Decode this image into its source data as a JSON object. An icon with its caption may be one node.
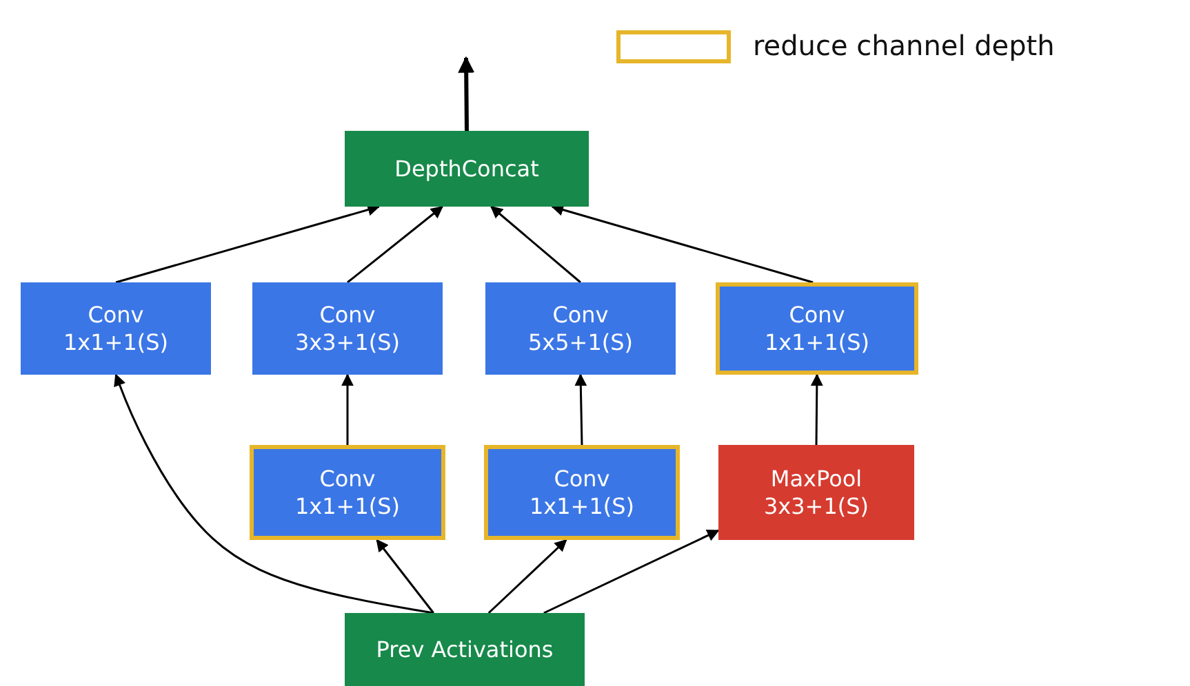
{
  "diagram": {
    "nodes": [
      {
        "text": [
          "DepthConcat"
        ]
      },
      {
        "text": [
          "Conv",
          "1x1+1(S)"
        ]
      },
      {
        "text": [
          "Conv",
          "3x3+1(S)"
        ]
      },
      {
        "text": [
          "Conv",
          "5x5+1(S)"
        ]
      },
      {
        "text": [
          "Conv",
          "1x1+1(S)"
        ]
      },
      {
        "text": [
          "Conv",
          "1x1+1(S)"
        ]
      },
      {
        "text": [
          "Conv",
          "1x1+1(S)"
        ]
      },
      {
        "text": [
          "MaxPool",
          "3x3+1(S)"
        ]
      },
      {
        "text": [
          "Prev Activations"
        ]
      }
    ],
    "edges": [
      {
        "from": 0,
        "to": null,
        "arrow": "to",
        "style": "thick"
      },
      {
        "from": 1,
        "to": 0,
        "arrow": "to"
      },
      {
        "from": 2,
        "to": 0,
        "arrow": "to"
      },
      {
        "from": 3,
        "to": 0,
        "arrow": "to"
      },
      {
        "from": 4,
        "to": 0,
        "arrow": "to"
      },
      {
        "from": 5,
        "to": 2,
        "arrow": "to"
      },
      {
        "from": 6,
        "to": 3,
        "arrow": "to"
      },
      {
        "from": 7,
        "to": 4,
        "arrow": "to"
      },
      {
        "from": 8,
        "to": 1,
        "arrow": "to"
      },
      {
        "from": 8,
        "to": 5,
        "arrow": "to"
      },
      {
        "from": 8,
        "to": 6,
        "arrow": "to"
      },
      {
        "from": 8,
        "to": 7,
        "arrow": "to"
      }
    ],
    "legend": [
      {
        "text": "reduce channel depth"
      }
    ]
  }
}
